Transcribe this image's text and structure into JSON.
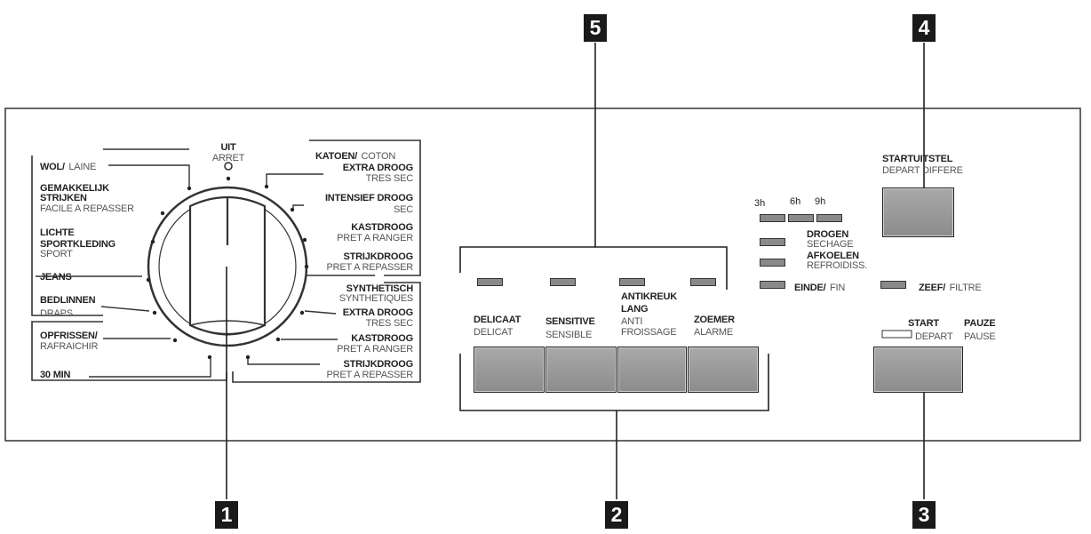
{
  "callouts": [
    "1",
    "2",
    "3",
    "4",
    "5"
  ],
  "dial": {
    "top": {
      "nl": "UIT",
      "fr": "ARRET"
    },
    "left": [
      {
        "nl": "WOL/",
        "fr": "LAINE"
      },
      {
        "nl1": "GEMAKKELIJK",
        "nl2": "STRIJKEN",
        "fr": "FACILE A REPASSER"
      },
      {
        "nl1": "LICHTE",
        "nl2": "SPORTKLEDING",
        "fr": "SPORT"
      },
      {
        "nl": "JEANS"
      },
      {
        "nl": "BEDLINNEN",
        "fr": "DRAPS"
      },
      {
        "nl": "OPFRISSEN/",
        "fr": "RAFRAICHIR"
      },
      {
        "nl": "30 MIN"
      }
    ],
    "right": [
      {
        "nl": "KATOEN/",
        "fr": "COTON"
      },
      {
        "nl": "EXTRA DROOG",
        "fr": "TRES SEC"
      },
      {
        "nl": "INTENSIEF DROOG",
        "fr": "SEC"
      },
      {
        "nl": "KASTDROOG",
        "fr": "PRET A RANGER"
      },
      {
        "nl": "STRIJKDROOG",
        "fr": "PRET A REPASSER"
      },
      {
        "nl": "SYNTHETISCH",
        "fr": "SYNTHETIQUES"
      },
      {
        "nl": "EXTRA DROOG",
        "fr": "TRES SEC"
      },
      {
        "nl": "KASTDROOG",
        "fr": "PRET A RANGER"
      },
      {
        "nl": "STRIJKDROOG",
        "fr": "PRET A REPASSER"
      }
    ]
  },
  "option_buttons": [
    {
      "nl": "DELICAAT",
      "fr": "DELICAT"
    },
    {
      "nl": "SENSITIVE",
      "fr": "SENSIBLE"
    },
    {
      "nl1": "ANTIKREUK",
      "nl2": "LANG",
      "fr1": "ANTI",
      "fr2": "FROISSAGE"
    },
    {
      "nl": "ZOEMER",
      "fr": "ALARME"
    }
  ],
  "delay": {
    "label_nl": "STARTUITSTEL",
    "label_fr": "DEPART DIFFERE",
    "hours": [
      "3h",
      "6h",
      "9h"
    ]
  },
  "status": [
    {
      "nl": "DROGEN",
      "fr": "SECHAGE"
    },
    {
      "nl": "AFKOELEN",
      "fr": "REFROIDISS."
    },
    {
      "nl": "EINDE/",
      "fr": "FIN"
    }
  ],
  "filter": {
    "nl": "ZEEF/",
    "fr": "FILTRE"
  },
  "start": {
    "nl": "START",
    "fr": "DEPART",
    "pause_nl": "PAUZE",
    "pause_fr": "PAUSE"
  },
  "colors": {
    "panel_stroke": "#333333",
    "button_fill": "#9a9a9a",
    "led_fill": "#8a8a8a",
    "callout_fill": "#1a1a1a"
  }
}
